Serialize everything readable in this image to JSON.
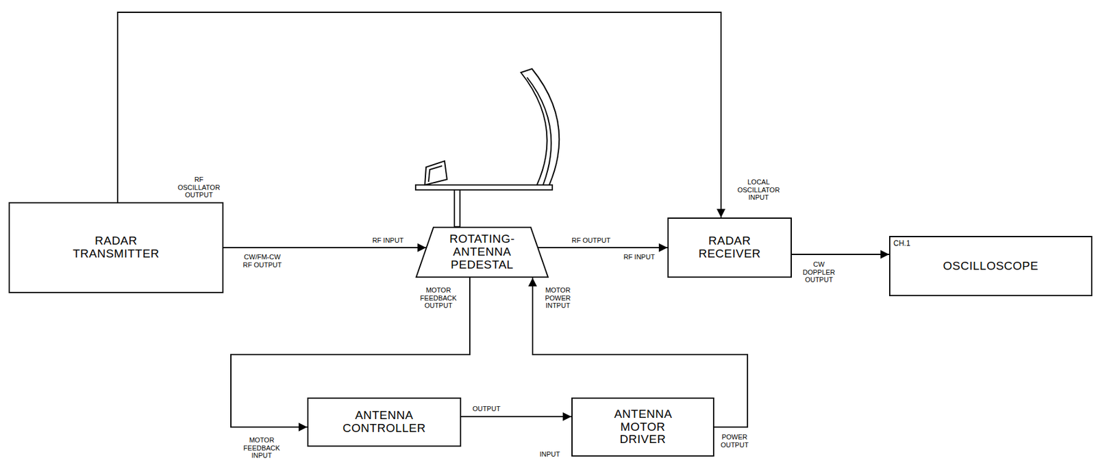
{
  "diagram": {
    "nodes": [
      {
        "text": [
          "RADAR TRANSMITTER"
        ]
      },
      {
        "text": [
          "ROTATING-ANTENNA PEDESTAL"
        ]
      },
      {
        "text": [
          "RADAR RECEIVER"
        ]
      },
      {
        "text": [
          "CH.1",
          "OSCILLOSCOPE"
        ]
      },
      {
        "text": [
          "ANTENNA CONTROLLER"
        ]
      },
      {
        "text": [
          "ANTENNA MOTOR DRIVER"
        ]
      }
    ],
    "edges": [
      {
        "from": 0,
        "to": 1,
        "arrow": "to"
      },
      {
        "from": 0,
        "to": 2,
        "arrow": "to"
      },
      {
        "from": 1,
        "to": 2,
        "arrow": "to"
      },
      {
        "from": 2,
        "to": 3,
        "arrow": "to"
      },
      {
        "from": 1,
        "to": 4,
        "arrow": "to"
      },
      {
        "from": 4,
        "to": 5,
        "arrow": "to"
      },
      {
        "from": 5,
        "to": 1,
        "arrow": "to"
      }
    ],
    "labels": [
      "RF OSCILLATOR OUTPUT",
      "CW/FM-CW RF OUTPUT",
      "RF INPUT",
      "RF OUTPUT",
      "RF INPUT",
      "LOCAL OSCILLATOR INPUT",
      "CW DOPPLER OUTPUT",
      "MOTOR FEEDBACK OUTPUT",
      "MOTOR POWER INTPUT",
      "MOTOR FEEDBACK INPUT",
      "OUTPUT",
      "INPUT",
      "POWER OUTPUT"
    ]
  }
}
